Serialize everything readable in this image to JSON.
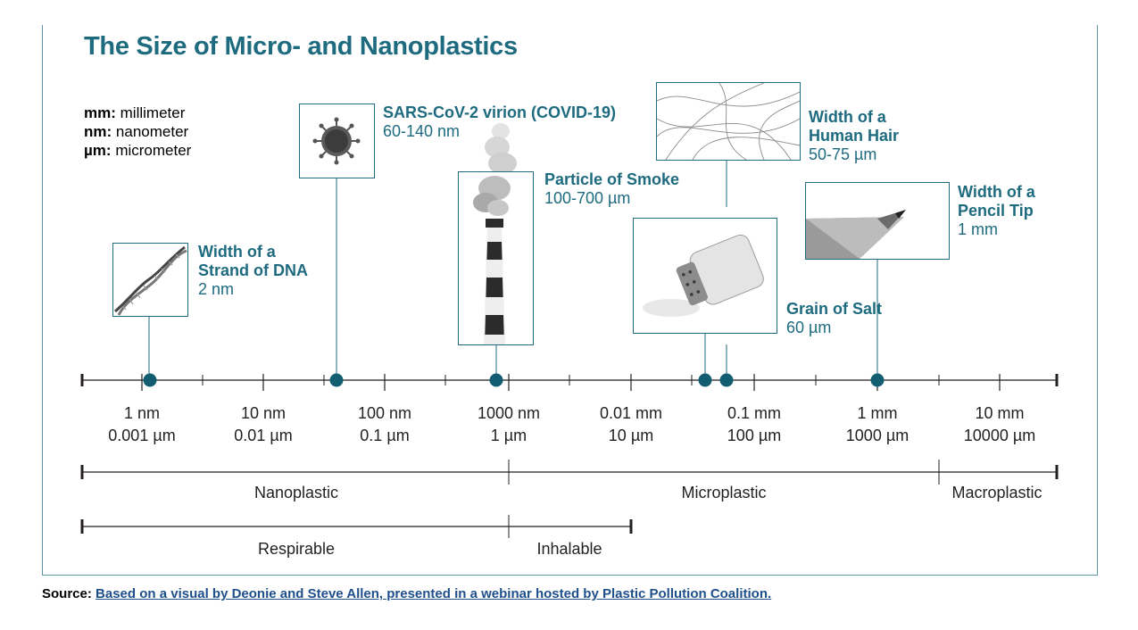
{
  "title": "The Size of Micro- and Nanoplastics",
  "legend": [
    {
      "abbr": "mm:",
      "text": "millimeter"
    },
    {
      "abbr": "nm:",
      "text": "nanometer"
    },
    {
      "abbr": "µm:",
      "text": "micrometer"
    }
  ],
  "items": [
    {
      "key": "dna",
      "heading_lines": [
        "Width of a",
        "Strand of DNA"
      ],
      "size": "2 nm",
      "image": "dna-helix-icon"
    },
    {
      "key": "virus",
      "heading_lines": [
        "SARS-CoV-2 virion (COVID-19)"
      ],
      "size": "60-140 nm",
      "image": "virus-icon"
    },
    {
      "key": "smoke",
      "heading_lines": [
        "Particle of Smoke"
      ],
      "size": "100-700 µm",
      "image": "smokestack-icon"
    },
    {
      "key": "hair",
      "heading_lines": [
        "Width of a",
        "Human Hair"
      ],
      "size": "50-75 µm",
      "image": "hair-strands-icon"
    },
    {
      "key": "salt",
      "heading_lines": [
        "Grain of Salt"
      ],
      "size": "60 µm",
      "image": "salt-shaker-icon"
    },
    {
      "key": "pencil",
      "heading_lines": [
        "Width of a",
        "Pencil Tip"
      ],
      "size": "1 mm",
      "image": "pencil-tip-icon"
    }
  ],
  "scale_ticks": [
    {
      "line1": "1 nm",
      "line2": "0.001 µm"
    },
    {
      "line1": "10 nm",
      "line2": "0.01 µm"
    },
    {
      "line1": "100 nm",
      "line2": "0.1 µm"
    },
    {
      "line1": "1000 nm",
      "line2": "1 µm"
    },
    {
      "line1": "0.01 mm",
      "line2": "10 µm"
    },
    {
      "line1": "0.1 mm",
      "line2": "100 µm"
    },
    {
      "line1": "1 mm",
      "line2": "1000 µm"
    },
    {
      "line1": "10 mm",
      "line2": "10000 µm"
    }
  ],
  "categories": {
    "size_classes": [
      "Nanoplastic",
      "Microplastic",
      "Macroplastic"
    ],
    "breathing": [
      "Respirable",
      "Inhalable"
    ]
  },
  "source": {
    "label": "Source:",
    "link_text": "Based on a visual by Deonie and Steve Allen, presented in a webinar hosted by Plastic Pollution Coalition."
  },
  "colors": {
    "accent": "#1e6b80",
    "dot": "#135d73",
    "axis": "#231f20",
    "frame": "#5e97a3"
  }
}
